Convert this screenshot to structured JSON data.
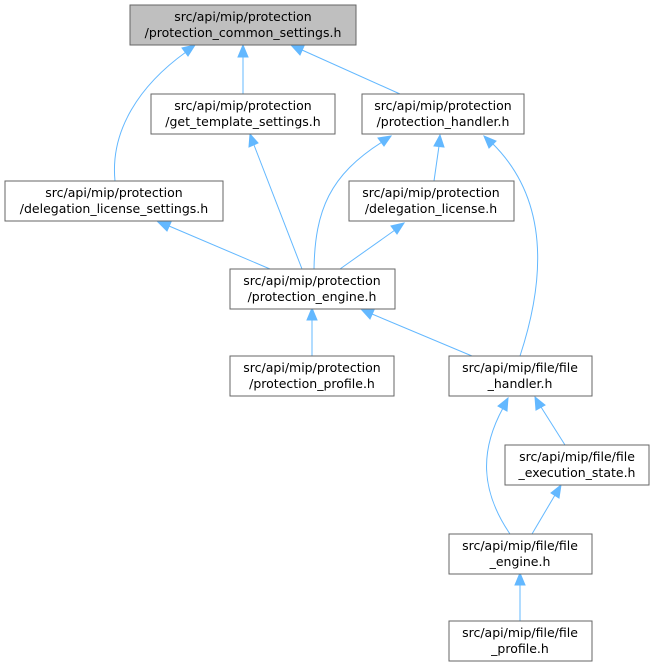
{
  "nodes": {
    "protection_common_settings": {
      "line1": "src/api/mip/protection",
      "line2": "/protection_common_settings.h",
      "root": true
    },
    "get_template_settings": {
      "line1": "src/api/mip/protection",
      "line2": "/get_template_settings.h"
    },
    "protection_handler": {
      "line1": "src/api/mip/protection",
      "line2": "/protection_handler.h"
    },
    "delegation_license_settings": {
      "line1": "src/api/mip/protection",
      "line2": "/delegation_license_settings.h"
    },
    "delegation_license": {
      "line1": "src/api/mip/protection",
      "line2": "/delegation_license.h"
    },
    "protection_engine": {
      "line1": "src/api/mip/protection",
      "line2": "/protection_engine.h"
    },
    "protection_profile": {
      "line1": "src/api/mip/protection",
      "line2": "/protection_profile.h"
    },
    "file_handler": {
      "line1": "src/api/mip/file/file",
      "line2": "_handler.h"
    },
    "file_execution_state": {
      "line1": "src/api/mip/file/file",
      "line2": "_execution_state.h"
    },
    "file_engine": {
      "line1": "src/api/mip/file/file",
      "line2": "_engine.h"
    },
    "file_profile": {
      "line1": "src/api/mip/file/file",
      "line2": "_profile.h"
    }
  },
  "edges": [
    {
      "from": "get_template_settings",
      "to": "protection_common_settings"
    },
    {
      "from": "protection_handler",
      "to": "protection_common_settings"
    },
    {
      "from": "delegation_license_settings",
      "to": "protection_common_settings"
    },
    {
      "from": "protection_engine",
      "to": "get_template_settings"
    },
    {
      "from": "protection_engine",
      "to": "protection_handler"
    },
    {
      "from": "delegation_license",
      "to": "protection_handler"
    },
    {
      "from": "file_handler",
      "to": "protection_handler"
    },
    {
      "from": "protection_engine",
      "to": "delegation_license_settings"
    },
    {
      "from": "protection_engine",
      "to": "delegation_license"
    },
    {
      "from": "protection_profile",
      "to": "protection_engine"
    },
    {
      "from": "file_handler",
      "to": "protection_engine"
    },
    {
      "from": "file_execution_state",
      "to": "file_handler"
    },
    {
      "from": "file_engine",
      "to": "file_handler"
    },
    {
      "from": "file_engine",
      "to": "file_execution_state"
    },
    {
      "from": "file_profile",
      "to": "file_engine"
    }
  ],
  "colors": {
    "edge": "#63b8ff",
    "node_border": "#666666",
    "root_fill": "#bfbfbf",
    "node_fill": "#ffffff"
  }
}
